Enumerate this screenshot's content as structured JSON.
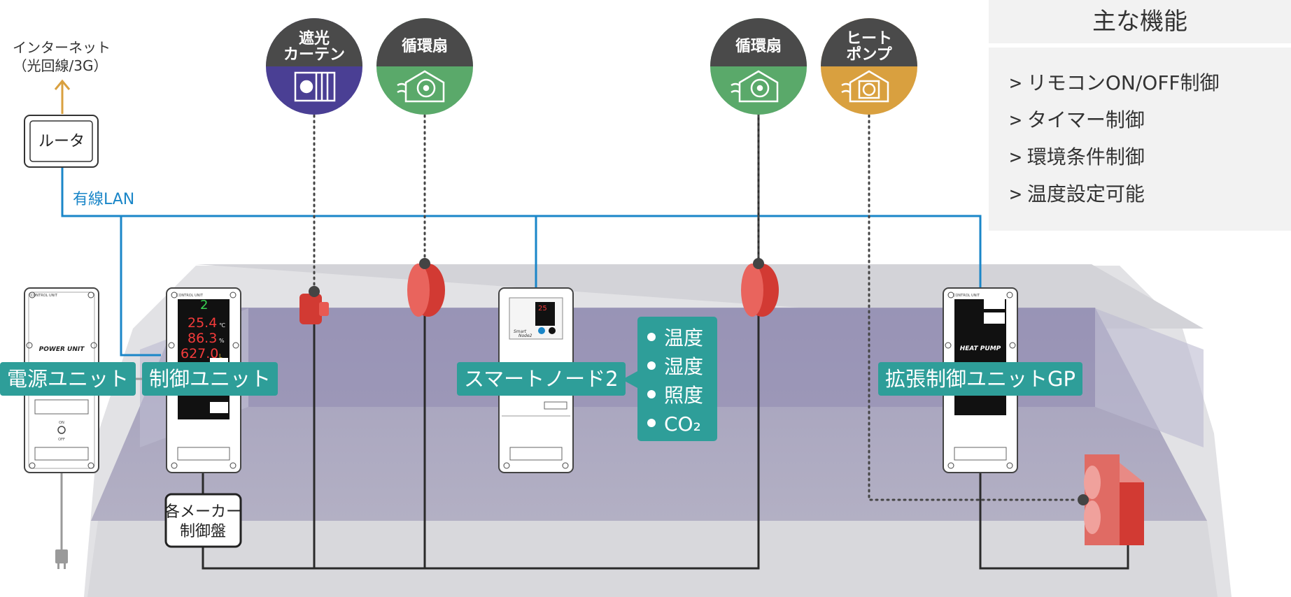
{
  "internet": {
    "line1": "インターネット",
    "line2": "（光回線/3G）"
  },
  "router": {
    "label": "ルータ"
  },
  "lan": {
    "label": "有線LAN"
  },
  "devices": [
    {
      "label": "遮光\nカーテン",
      "line1": "遮光",
      "line2": "カーテン",
      "color": "#4a3f94"
    },
    {
      "label": "循環扇",
      "line1": "循環扇",
      "line2": "",
      "color": "#5aa96a"
    },
    {
      "label": "循環扇",
      "line1": "循環扇",
      "line2": "",
      "color": "#5aa96a"
    },
    {
      "label": "ヒート\nポンプ",
      "line1": "ヒート",
      "line2": "ポンプ",
      "color": "#d9a03f"
    }
  ],
  "units": {
    "power": {
      "label": "電源ユニット",
      "face_text": "POWER UNIT",
      "switch_on": "ON",
      "switch_off": "OFF",
      "header": "CONTROL UNIT"
    },
    "control": {
      "label": "制御ユニット",
      "header": "CONTROL UNIT",
      "temp": "25.4",
      "temp_unit": "℃",
      "humidity": "86.3",
      "humidity_unit": "%",
      "co2": "627.0",
      "co2_unit": "L",
      "status": "2"
    },
    "smart_node": {
      "label": "スマートノード2",
      "brand_line1": "Smart",
      "brand_line2": "Node2",
      "display": "25"
    },
    "expansion": {
      "label": "拡張制御ユニットGP",
      "face_text": "HEAT PUMP",
      "header": "CONTROL UNIT"
    }
  },
  "maker_panel": {
    "line1": "各メーカー",
    "line2": "制御盤"
  },
  "sensors": [
    "温度",
    "湿度",
    "照度",
    "CO₂"
  ],
  "features": {
    "title": "主な機能",
    "mark": ">",
    "items": [
      "リモコンON/OFF制御",
      "タイマー制御",
      "環境条件制御",
      "温度設定可能"
    ]
  },
  "colors": {
    "teal": "#2e9e99",
    "lan_blue": "#1a86c8",
    "arrow_orange": "#d9a03f",
    "fan_red": "#d23a33",
    "greenhouse_purple": "#9a94b6"
  }
}
